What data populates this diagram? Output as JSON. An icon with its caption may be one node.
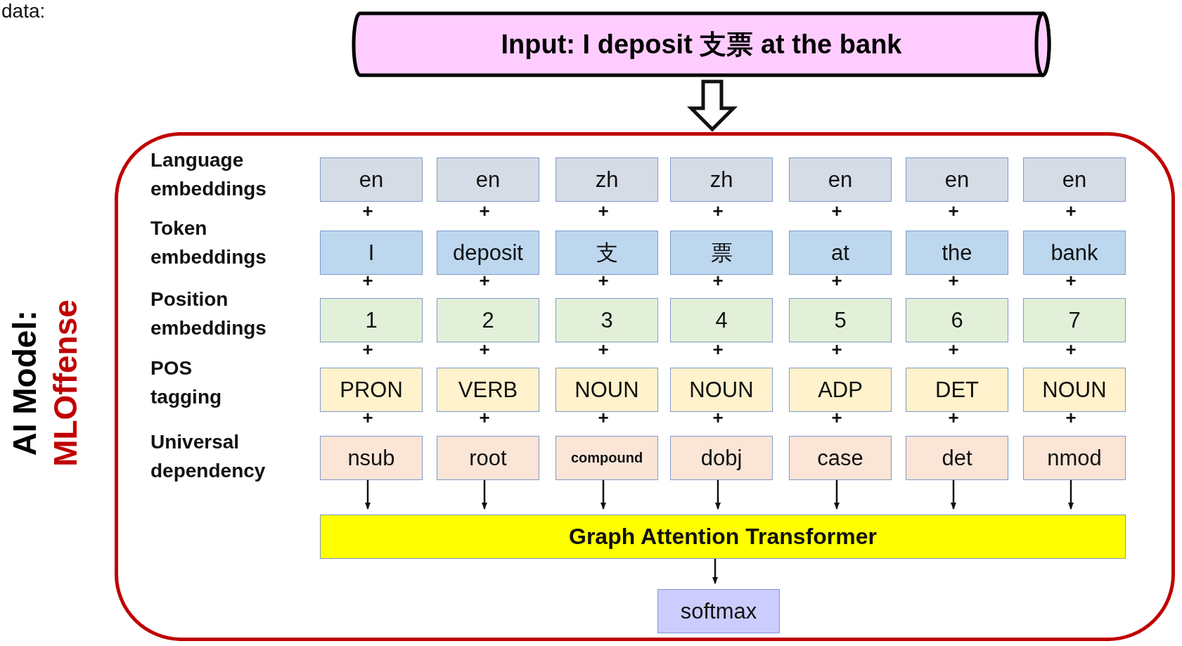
{
  "diagram": {
    "nodes": [
      {
        "text": [
          "Input: I deposit 支票 at the bank"
        ]
      },
      {
        "text": [],
        "shape": "box"
      },
      {
        "text": [
          "en"
        ],
        "in": 1
      },
      {
        "text": [
          "en"
        ],
        "in": 1
      },
      {
        "text": [
          "zh"
        ],
        "in": 1
      },
      {
        "text": [
          "zh"
        ],
        "in": 1
      },
      {
        "text": [
          "en"
        ],
        "in": 1
      },
      {
        "text": [
          "en"
        ],
        "in": 1
      },
      {
        "text": [
          "en"
        ],
        "in": 1
      },
      {
        "text": [
          "I"
        ],
        "in": 1
      },
      {
        "text": [
          "deposit"
        ],
        "in": 1
      },
      {
        "text": [
          "支"
        ],
        "in": 1
      },
      {
        "text": [
          "票"
        ],
        "in": 1
      },
      {
        "text": [
          "at"
        ],
        "in": 1
      },
      {
        "text": [
          "the"
        ],
        "in": 1
      },
      {
        "text": [
          "bank"
        ],
        "in": 1
      },
      {
        "text": [
          "1"
        ],
        "in": 1
      },
      {
        "text": [
          "2"
        ],
        "in": 1
      },
      {
        "text": [
          "3"
        ],
        "in": 1
      },
      {
        "text": [
          "4"
        ],
        "in": 1
      },
      {
        "text": [
          "5"
        ],
        "in": 1
      },
      {
        "text": [
          "6"
        ],
        "in": 1
      },
      {
        "text": [
          "7"
        ],
        "in": 1
      },
      {
        "text": [
          "PRON"
        ],
        "in": 1
      },
      {
        "text": [
          "VERB"
        ],
        "in": 1
      },
      {
        "text": [
          "NOUN"
        ],
        "in": 1
      },
      {
        "text": [
          "NOUN"
        ],
        "in": 1
      },
      {
        "text": [
          "ADP"
        ],
        "in": 1
      },
      {
        "text": [
          "DET"
        ],
        "in": 1
      },
      {
        "text": [
          "NOUN"
        ],
        "in": 1
      },
      {
        "text": [
          "nsub"
        ],
        "in": 1
      },
      {
        "text": [
          "root"
        ],
        "in": 1
      },
      {
        "text": [
          "compound"
        ],
        "in": 1
      },
      {
        "text": [
          "dobj"
        ],
        "in": 1
      },
      {
        "text": [
          "case"
        ],
        "in": 1
      },
      {
        "text": [
          "det"
        ],
        "in": 1
      },
      {
        "text": [
          "nmod"
        ],
        "in": 1
      },
      {
        "text": [
          "Graph Attention Transformer"
        ],
        "in": 1
      },
      {
        "text": [
          "softmax"
        ],
        "in": 1
      }
    ],
    "edges": [
      {
        "from": 0,
        "to": 1,
        "arrow": "to",
        "style": "thick"
      },
      {
        "from": 30,
        "to": 37,
        "arrow": "to"
      },
      {
        "from": 31,
        "to": 37,
        "arrow": "to"
      },
      {
        "from": 32,
        "to": 37,
        "arrow": "to"
      },
      {
        "from": 33,
        "to": 37,
        "arrow": "to"
      },
      {
        "from": 34,
        "to": 37,
        "arrow": "to"
      },
      {
        "from": 35,
        "to": 37,
        "arrow": "to"
      },
      {
        "from": 36,
        "to": 37,
        "arrow": "to"
      },
      {
        "from": 37,
        "to": 38,
        "arrow": "to"
      }
    ],
    "labels": [
      "data:",
      "AI Model:",
      "MLOffense",
      "Language embeddings",
      "Token embeddings",
      "Position embeddings",
      "POS tagging",
      "Universal dependency",
      "+",
      "+",
      "+",
      "+",
      "+",
      "+",
      "+",
      "+",
      "+",
      "+",
      "+",
      "+",
      "+",
      "+",
      "+",
      "+",
      "+",
      "+",
      "+",
      "+",
      "+",
      "+",
      "+",
      "+",
      "+",
      "+",
      "+",
      "+"
    ]
  }
}
